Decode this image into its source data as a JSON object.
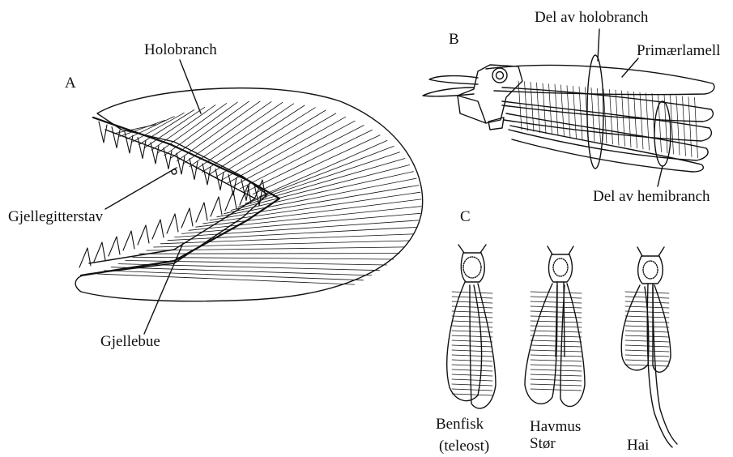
{
  "panels": {
    "a": {
      "letter": "A",
      "holobranch": "Holobranch",
      "gill_raker": "Gjellegitterstav",
      "gill_arch": "Gjellebue"
    },
    "b": {
      "letter": "B",
      "part_holobranch": "Del av holobranch",
      "primary_lamella": "Primærlamell",
      "part_hemibranch": "Del av hemibranch"
    },
    "c": {
      "letter": "C",
      "captions": {
        "teleost_line1": "Benfisk",
        "teleost_line2": "(teleost)",
        "chimaera_line1": "Havmus",
        "chimaera_line2": "Stør",
        "shark": "Hai"
      }
    }
  }
}
